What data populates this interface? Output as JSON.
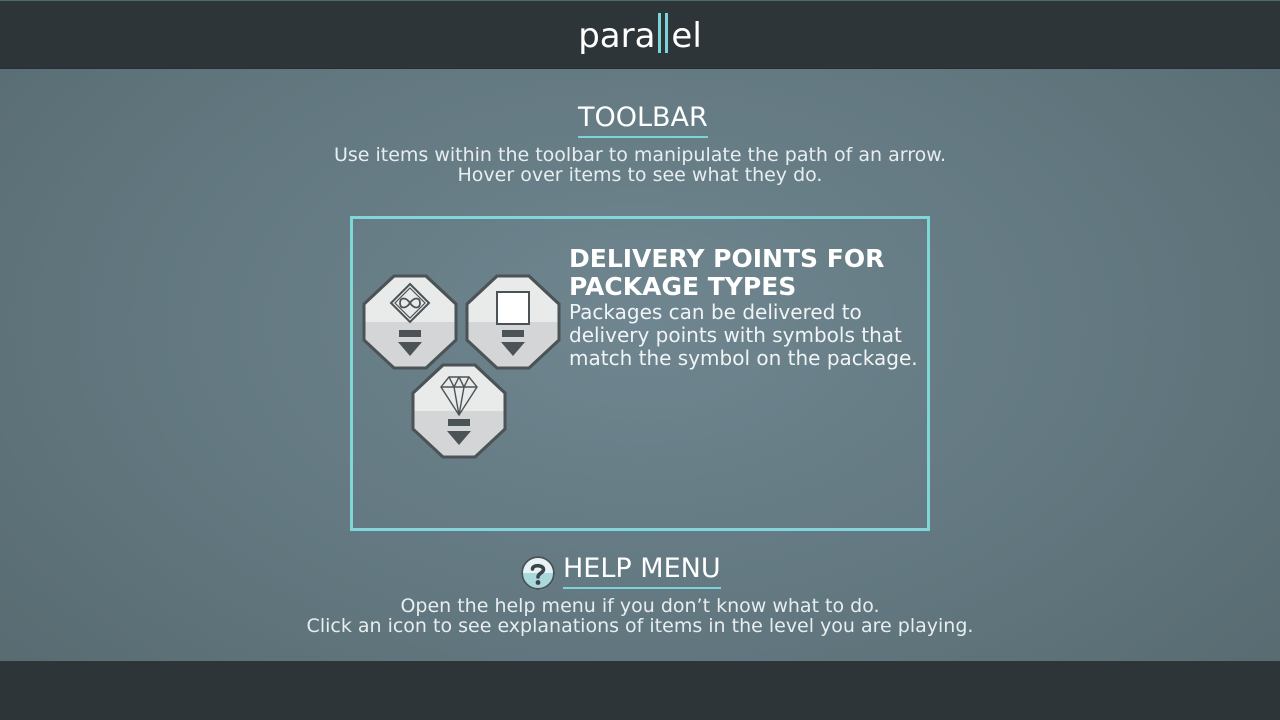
{
  "header": {
    "logo_left": "para",
    "logo_right": "el"
  },
  "toolbar_section": {
    "title": "TOOLBAR",
    "line1": "Use items within the toolbar to manipulate the path of an arrow.",
    "line2": "Hover over items to see what they do."
  },
  "panel": {
    "title": "DELIVERY POINTS FOR PACKAGE TYPES",
    "text": "Packages can be delivered to delivery points with symbols that match the symbol on the package.",
    "tokens": [
      {
        "symbol": "infinity-diamond-icon"
      },
      {
        "symbol": "square-icon"
      },
      {
        "symbol": "gem-icon"
      }
    ]
  },
  "help_section": {
    "title": "HELP MENU",
    "line1": "Open the help menu if you don’t know what to do.",
    "line2": "Click an icon to see explanations of items in the level you are playing."
  },
  "colors": {
    "accent": "#7dd4d8",
    "bar": "#2e3538",
    "background": "#667d86"
  }
}
